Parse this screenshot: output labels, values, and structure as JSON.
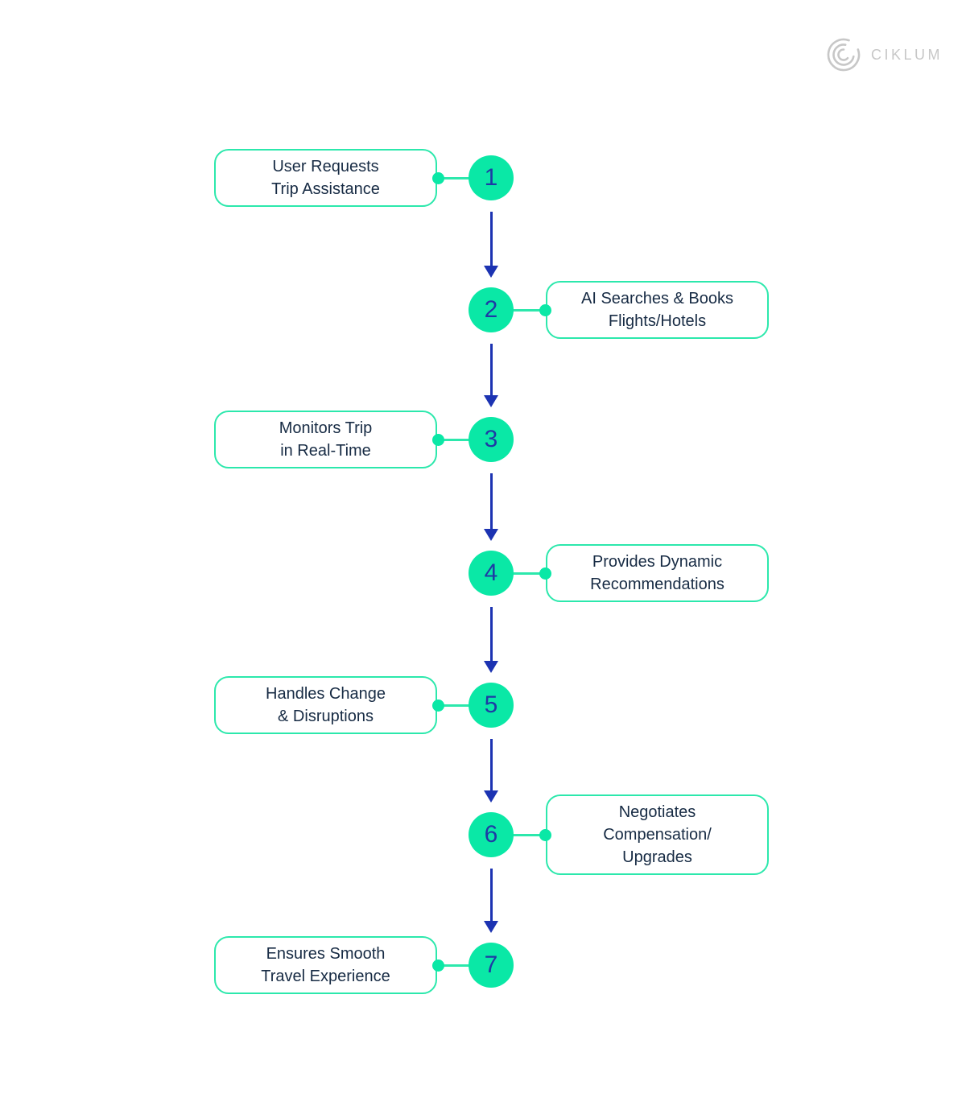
{
  "logo": {
    "brand": "CIKLUM",
    "icon": "ciklum-arcs-icon"
  },
  "flow": {
    "steps": [
      {
        "number": "1",
        "side": "left",
        "lines": [
          "User Requests",
          "Trip Assistance"
        ]
      },
      {
        "number": "2",
        "side": "right",
        "lines": [
          "AI Searches & Books",
          "Flights/Hotels"
        ]
      },
      {
        "number": "3",
        "side": "left",
        "lines": [
          "Monitors Trip",
          "in Real-Time"
        ]
      },
      {
        "number": "4",
        "side": "right",
        "lines": [
          "Provides Dynamic",
          "Recommendations"
        ]
      },
      {
        "number": "5",
        "side": "left",
        "lines": [
          "Handles Change",
          "& Disruptions"
        ]
      },
      {
        "number": "6",
        "side": "right",
        "lines": [
          "Negotiates",
          "Compensation/",
          "Upgrades"
        ]
      },
      {
        "number": "7",
        "side": "left",
        "lines": [
          "Ensures Smooth",
          "Travel Experience"
        ]
      }
    ]
  },
  "colors": {
    "green_fill": "#0ae8a6",
    "green_line": "#2ce8ac",
    "number_blue": "#1e3aa5",
    "arrow_blue": "#1c33b2",
    "text_navy": "#172b44",
    "logo_gray": "#c7c7c7"
  }
}
